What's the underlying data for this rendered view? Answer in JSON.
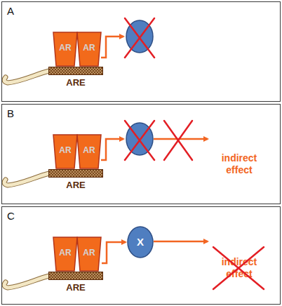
{
  "diagram": {
    "nodes": [
      {
        "text": [
          "A"
        ]
      },
      {
        "text": [
          "AR"
        ],
        "in": 0
      },
      {
        "text": [
          "AR"
        ],
        "in": 0
      },
      {
        "text": [
          "ARE"
        ],
        "in": 0
      },
      {
        "text": [
          "B"
        ]
      },
      {
        "text": [
          "AR"
        ],
        "in": 4
      },
      {
        "text": [
          "AR"
        ],
        "in": 4
      },
      {
        "text": [
          "ARE"
        ],
        "in": 4
      },
      {
        "text": [
          "C"
        ]
      },
      {
        "text": [
          "AR"
        ],
        "in": 8
      },
      {
        "text": [
          "AR"
        ],
        "in": 8
      },
      {
        "text": [
          "ARE"
        ],
        "in": 8
      },
      {
        "text": [
          "X"
        ],
        "in": 8
      }
    ],
    "edges": [
      {
        "from": 10,
        "to": 12,
        "arrow": "to"
      }
    ],
    "labels": [
      "indirect effect",
      "indirect effect"
    ]
  }
}
